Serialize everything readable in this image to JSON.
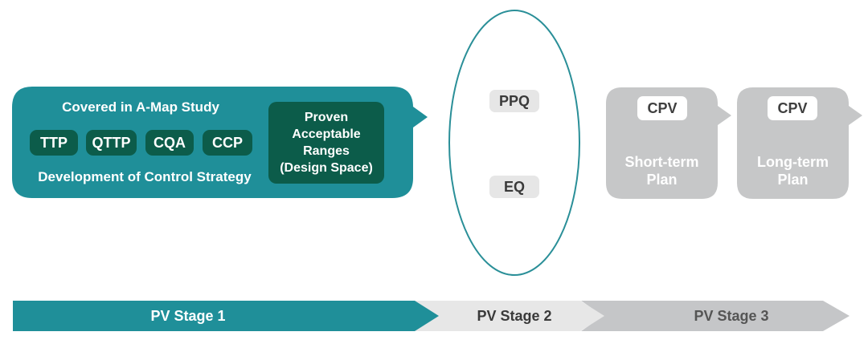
{
  "development": {
    "title": "Covered in A-Map Study",
    "tags": [
      "TTP",
      "QTTP",
      "CQA",
      "CCP"
    ],
    "footer": "Development of Control Strategy",
    "par_lines": [
      "Proven",
      "Acceptable",
      "Ranges",
      "(Design Space)"
    ]
  },
  "qualification": {
    "items": [
      "PPQ",
      "EQ"
    ]
  },
  "cpv": {
    "short_term": {
      "tag": "CPV",
      "lines": [
        "Short-term",
        "Plan"
      ]
    },
    "long_term": {
      "tag": "CPV",
      "lines": [
        "Long-term",
        "Plan"
      ]
    }
  },
  "stages": [
    "PV Stage 1",
    "PV Stage 2",
    "PV Stage 3"
  ],
  "colors": {
    "teal": "#1f8f99",
    "dark_green": "#0c5c4a",
    "gray_box": "#c6c7c8",
    "stage2": "#e7e7e7",
    "stage3": "#c5c6c8",
    "ellipse_stroke": "#2a8f98"
  }
}
